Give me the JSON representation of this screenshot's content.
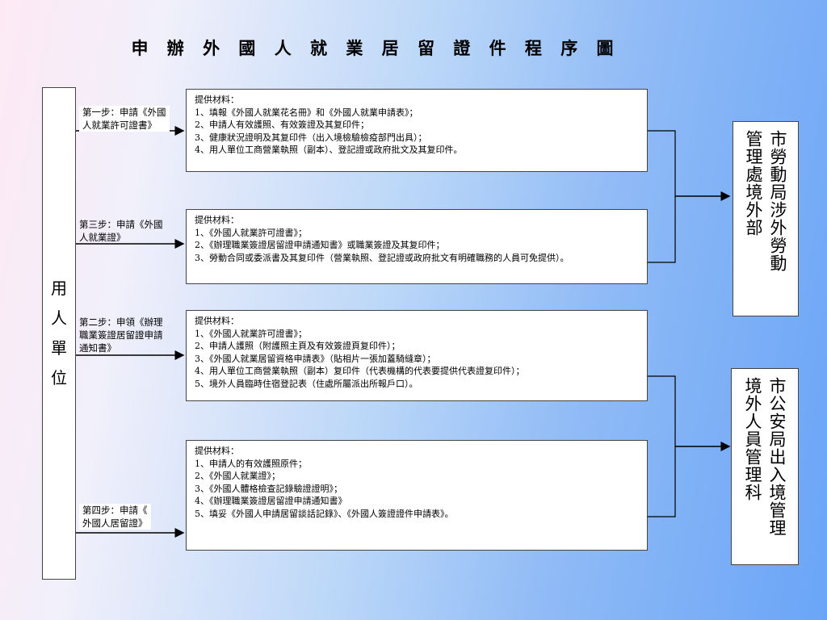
{
  "title": "申 辦 外 國 人 就 業 居 留 證 件 程 序 圖",
  "employer": [
    "用",
    "人",
    "單",
    "位"
  ],
  "steps": [
    {
      "lines": [
        "第一步：申請《外國",
        "人就業許可證書》"
      ]
    },
    {
      "lines": [
        "第三步：申請《外國",
        "人就業證》"
      ]
    },
    {
      "lines": [
        "第二步：申領《辦理",
        "職業簽證居留證申請",
        "通知書》"
      ]
    },
    {
      "lines": [
        "第四步：申請《",
        "外國人居留證》"
      ]
    }
  ],
  "materials": [
    {
      "lines": [
        "提供材料：",
        "1、填報《外國人就業花名冊》和《外國人就業申請表》；",
        "2、申請人有效護照、有效簽證及其复印件；",
        "3、健康狀況證明及其复印件（出入境檢驗檢疫部門出具）；",
        "4、用人單位工商營業執照（副本）、登記證或政府批文及其复印件。"
      ]
    },
    {
      "lines": [
        "提供材料：",
        "1、《外國人就業許可證書》；",
        "2、《辦理職業簽證居留證申請通知書》或職業簽證及其复印件；",
        "3、勞動合同或委派書及其复印件（營業執照、登記證或政府批文有明確職務的人員可免提供）。"
      ]
    },
    {
      "lines": [
        "提供材料：",
        "1、《外國人就業許可證書》；",
        "2、申請人護照（附護照主頁及有效簽證頁复印件）；",
        "3、《外國人就業居留資格申請表》（貼相片一張加蓋騎縫章）；",
        "4、用人單位工商營業執照（副本）复印件（代表機構的代表要提供代表證复印件）；",
        "5、境外人員臨時住宿登記表（住處所屬派出所報戶口）。"
      ]
    },
    {
      "lines": [
        "提供材料：",
        "1、申請人的有效護照原件；",
        "2、《外國人就業證》；",
        "3、《外國人體格檢查記錄驗證證明》；",
        "4、《辦理職業簽證居留證申請通知書》",
        "5、填妥《外國人申請居留談話記錄》、《外國人簽證證件申請表》。"
      ]
    }
  ],
  "departments": [
    {
      "col1": "市勞動局涉外勞動",
      "col2": "管理處境外部"
    },
    {
      "col1": "市公安局出入境管理",
      "col2": "境外人員管理科"
    }
  ]
}
